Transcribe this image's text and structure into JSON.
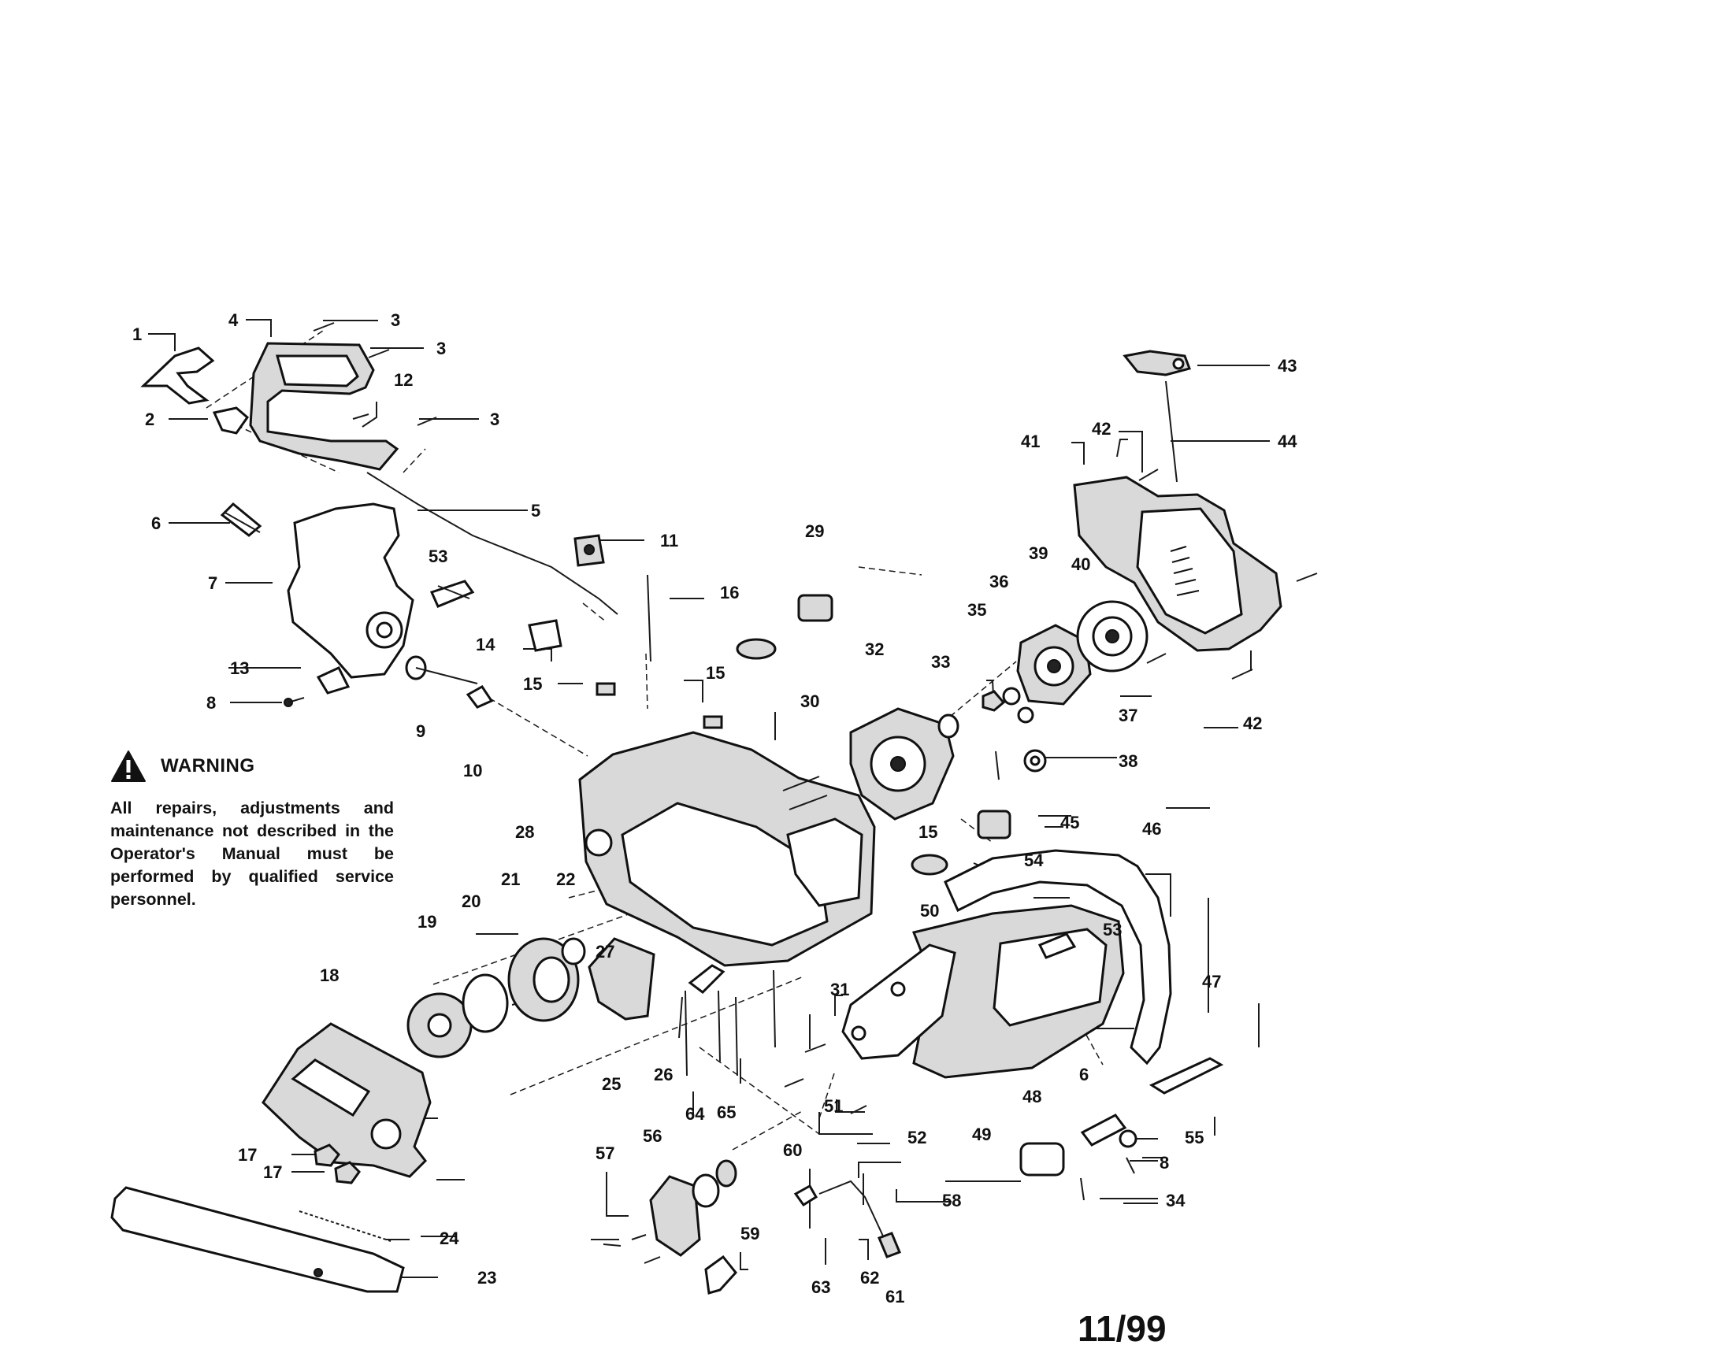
{
  "warning": {
    "title": "WARNING",
    "text": "All repairs, adjustments and maintenance not described in the Operator's Manual must be performed by qualified service personnel."
  },
  "date_code": "11/99",
  "callouts": [
    "1",
    "2",
    "3",
    "3",
    "3",
    "4",
    "5",
    "6",
    "6",
    "7",
    "8",
    "8",
    "9",
    "10",
    "11",
    "12",
    "13",
    "14",
    "15",
    "15",
    "15",
    "16",
    "17",
    "17",
    "18",
    "19",
    "20",
    "21",
    "22",
    "23",
    "24",
    "25",
    "26",
    "27",
    "28",
    "29",
    "30",
    "31",
    "32",
    "33",
    "34",
    "35",
    "36",
    "37",
    "38",
    "39",
    "40",
    "41",
    "42",
    "42",
    "43",
    "44",
    "45",
    "46",
    "47",
    "48",
    "49",
    "50",
    "51",
    "52",
    "53",
    "53",
    "54",
    "55",
    "56",
    "57",
    "58",
    "59",
    "60",
    "61",
    "62",
    "63",
    "64",
    "65"
  ]
}
